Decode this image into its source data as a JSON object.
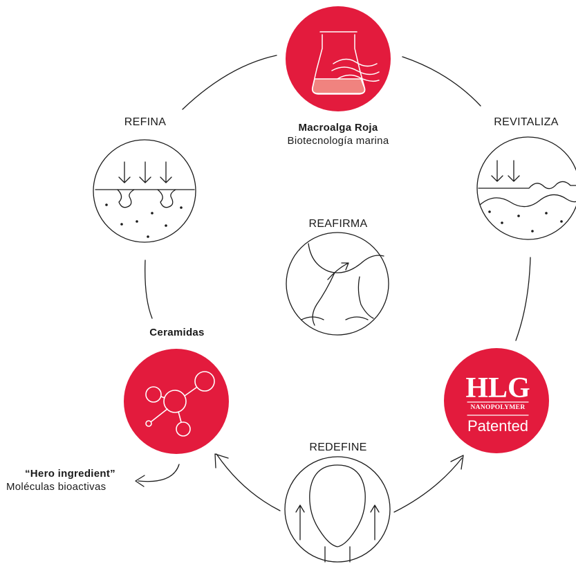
{
  "labels": {
    "refina": "REFINA",
    "revitaliza": "REVITALIZA",
    "reafirma": "REAFIRMA",
    "redefine": "REDEFINE"
  },
  "macroalga": {
    "title": "Macroalga Roja",
    "subtitle": "Biotecnología marina"
  },
  "ceramidas": {
    "title": "Ceramidas",
    "hero_title": "“Hero ingredient”",
    "hero_subtitle": "Moléculas bioactivas"
  },
  "hlg": {
    "brand": "HLG",
    "line": "NANOPOLYMER",
    "status": "Patented"
  },
  "colors": {
    "accent": "#e31b3d",
    "flask_fill": "#f0837f",
    "line": "#1a1a1a"
  },
  "icons": {
    "flask": "flask-icon",
    "molecule": "molecule-icon",
    "refina": "skin-pores-icon",
    "revitaliza": "skin-wave-icon",
    "reafirma": "neck-lift-icon",
    "redefine": "face-contour-icon"
  }
}
